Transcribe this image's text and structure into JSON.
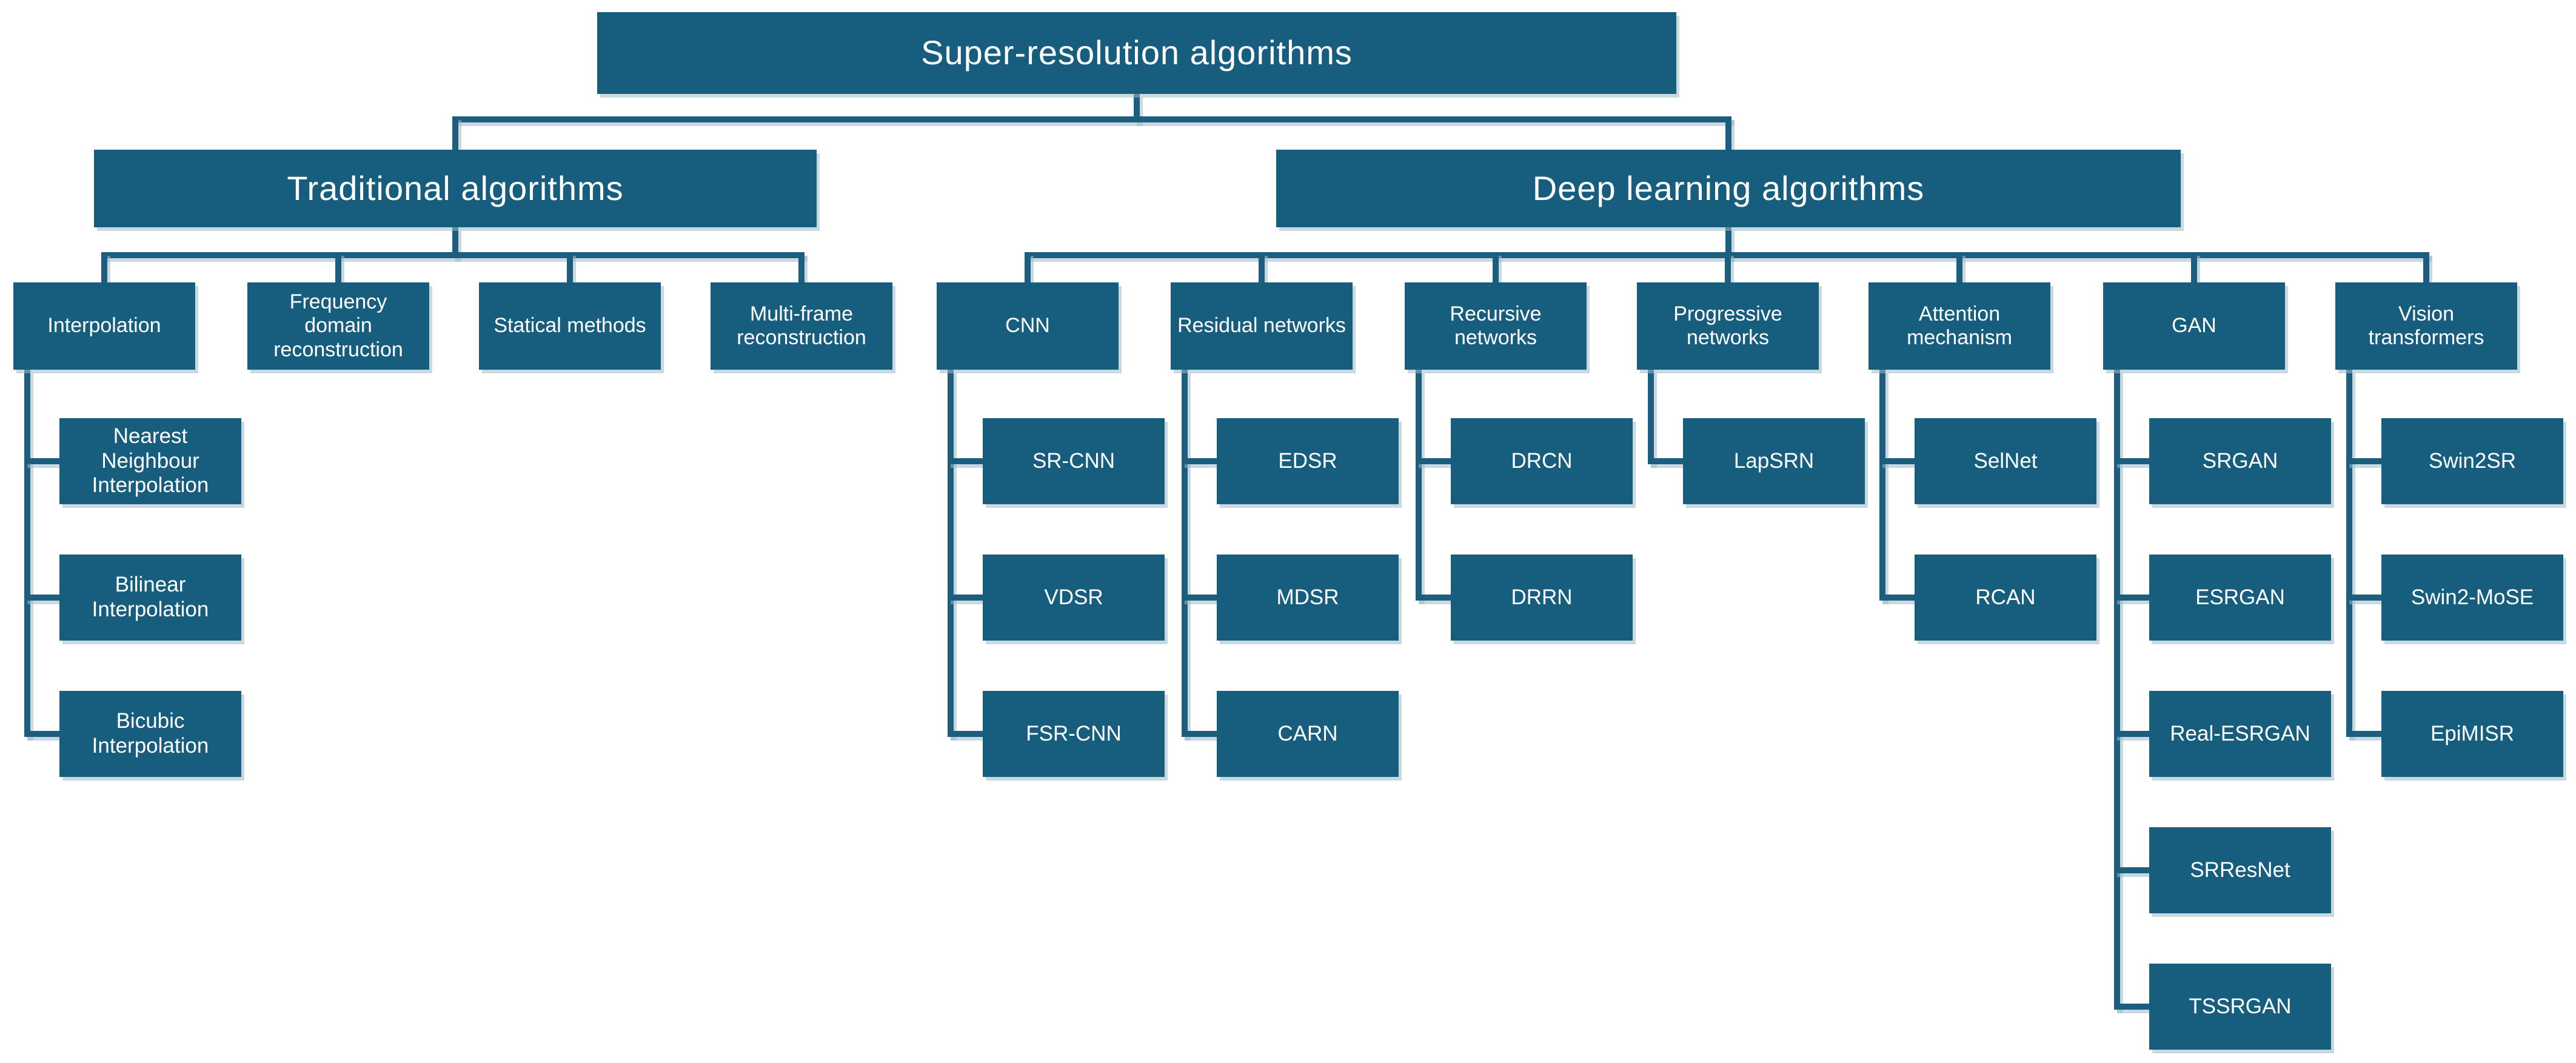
{
  "colors": {
    "background": "#ffffff",
    "box_fill": "#175e7e",
    "box_text": "#ffffff",
    "connector": "#1d5d7d",
    "connector_shadow": "rgba(154,185,202,0.55)"
  },
  "title": {
    "label": "Super-resolution algorithms"
  },
  "branches": [
    {
      "label": "Traditional algorithms",
      "children": [
        {
          "label": "Interpolation",
          "leaves": [
            "Nearest Neighbour Interpolation",
            "Bilinear Interpolation",
            "Bicubic Interpolation"
          ]
        },
        {
          "label": "Frequency domain reconstruction",
          "leaves": []
        },
        {
          "label": "Statical methods",
          "leaves": []
        },
        {
          "label": "Multi-frame reconstruction",
          "leaves": []
        }
      ]
    },
    {
      "label": "Deep learning algorithms",
      "children": [
        {
          "label": "CNN",
          "leaves": [
            "SR-CNN",
            "VDSR",
            "FSR-CNN"
          ]
        },
        {
          "label": "Residual networks",
          "leaves": [
            "EDSR",
            "MDSR",
            "CARN"
          ]
        },
        {
          "label": "Recursive networks",
          "leaves": [
            "DRCN",
            "DRRN"
          ]
        },
        {
          "label": "Progressive networks",
          "leaves": [
            "LapSRN"
          ]
        },
        {
          "label": "Attention mechanism",
          "leaves": [
            "SelNet",
            "RCAN"
          ]
        },
        {
          "label": "GAN",
          "leaves": [
            "SRGAN",
            "ESRGAN",
            "Real-ESRGAN",
            "SRResNet",
            "TSSRGAN"
          ]
        },
        {
          "label": "Vision transformers",
          "leaves": [
            "Swin2SR",
            "Swin2-MoSE",
            "EpiMISR"
          ]
        }
      ]
    }
  ]
}
